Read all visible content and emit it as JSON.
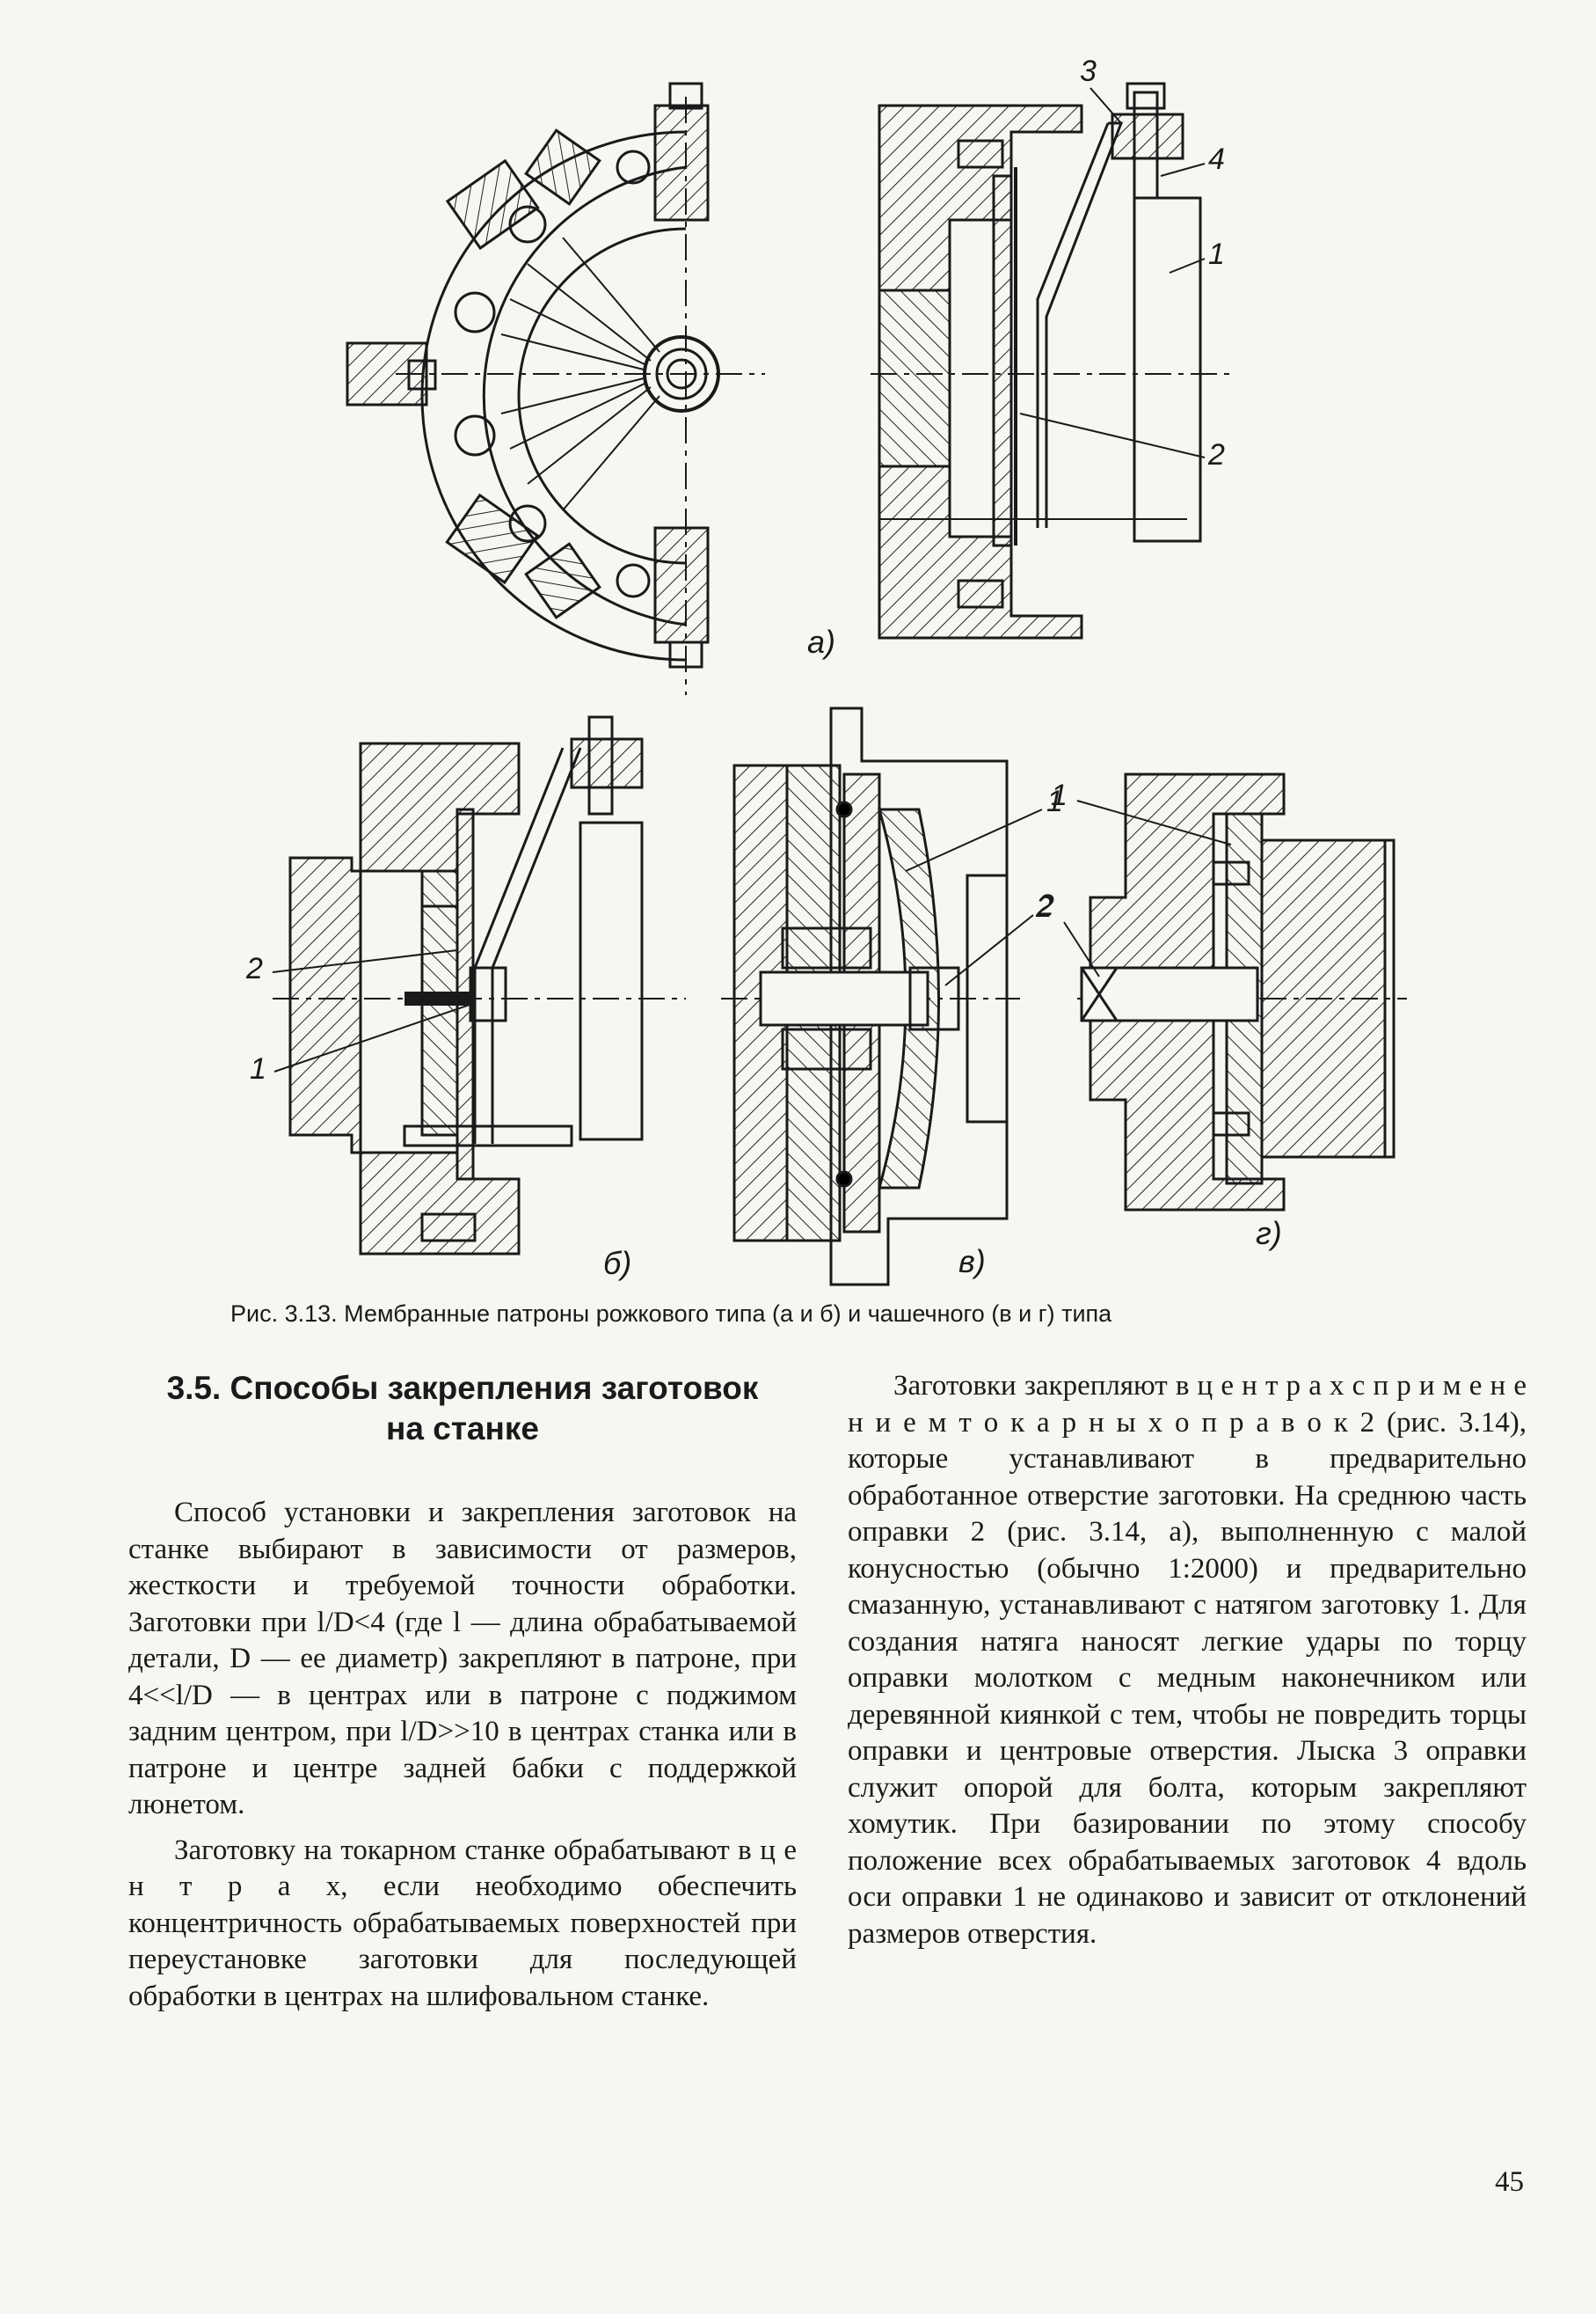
{
  "figure": {
    "panel_labels": [
      "а)",
      "б)",
      "в)",
      "г)"
    ],
    "part_labels": [
      "1",
      "2",
      "3",
      "4"
    ],
    "caption": "Рис. 3.13. Мембранные патроны рожкового типа (а и б) и чашечного (в и г) типа"
  },
  "section": {
    "title_line1": "3.5. Способы закрепления заготовок",
    "title_line2": "на станке"
  },
  "left_column": {
    "p1": "Способ установки и закрепления заготовок на станке выбирают в зависимости от размеров, жесткости и требуемой точности обработки. Заготовки при l/D<4 (где l — длина обрабатываемой детали, D — ее диаметр) закрепляют в патроне, при 4<<l/D — в центрах или в патроне с поджимом задним центром, при l/D>>10 в центрах станка или в патроне и центре задней бабки с поддержкой люнетом.",
    "p2": "Заготовку на токарном станке обрабатывают в ц е н т р а х, если необходимо обеспечить концентричность обрабатываемых поверхностей при переустановке заготовки для последующей обработки в центрах на шлифовальном станке."
  },
  "right_column": {
    "p1": "Заготовки закрепляют в ц е н т р а х с п р и м е н е н и е м т о к а р н ы х о п р а в о к 2 (рис. 3.14), которые устанавливают в предварительно обработанное отверстие заготовки. На среднюю часть оправки 2 (рис. 3.14, а), выполненную с малой конусностью (обычно 1:2000) и предварительно смазанную, устанавливают с натягом заготовку 1. Для создания натяга наносят легкие удары по торцу оправки молотком с медным наконечником или деревянной киянкой с тем, чтобы не повредить торцы оправки и центровые отверстия. Лыска 3 оправки служит опорой для болта, которым закрепляют хомутик. При базировании по этому способу положение всех обрабатываемых заготовок 4 вдоль оси оправки 1 не одинаково и зависит от отклонений размеров отверстия."
  },
  "page_number": "45"
}
